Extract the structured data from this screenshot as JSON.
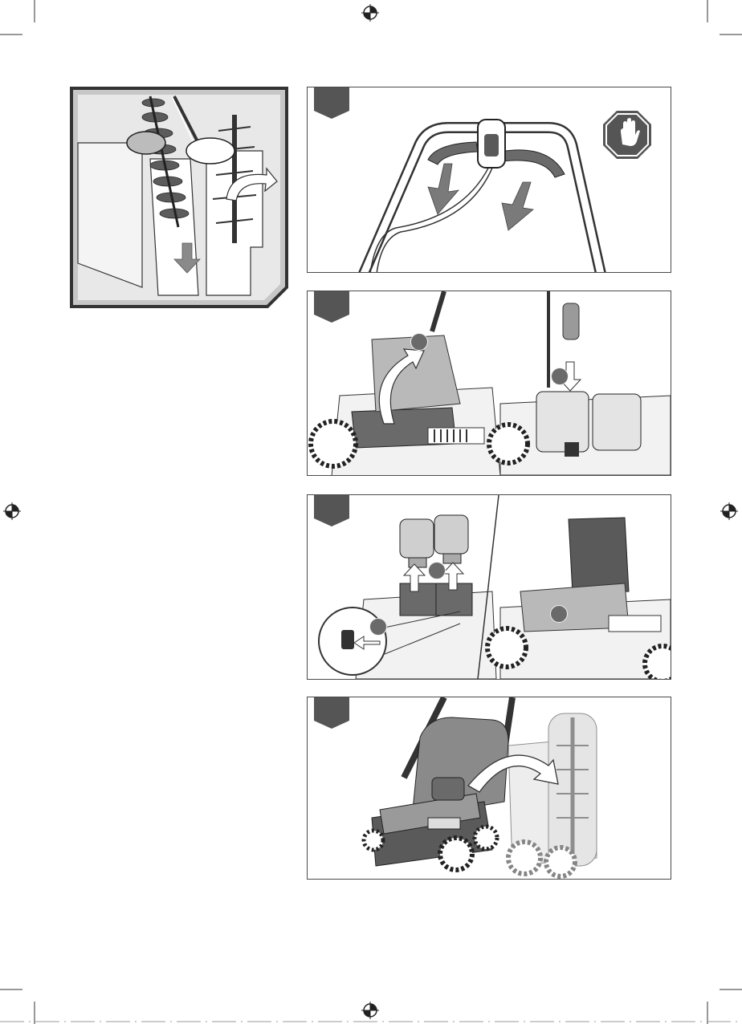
{
  "colors": {
    "frame": "#4a4a4a",
    "panel_fill": "#ffffff",
    "step_tab": "#555555",
    "machine_dark": "#5a5a5a",
    "machine_mid": "#8a8a8a",
    "machine_light": "#c9c9c9",
    "arrow_fill": "#7a7a7a",
    "stop_sign": "#555555"
  },
  "icons": {
    "registration_mark": "registration-target-icon",
    "stop_sign": "stop-hand-icon"
  },
  "panels": [
    {
      "name": "inset-roller-change",
      "callouts": []
    },
    {
      "name": "step-release-handle",
      "callouts": []
    },
    {
      "name": "step-remove-battery-cover",
      "callouts": [
        "",
        ""
      ]
    },
    {
      "name": "step-remove-batteries",
      "callouts": [
        "",
        "",
        ""
      ]
    },
    {
      "name": "step-tilt-machine",
      "callouts": []
    }
  ]
}
